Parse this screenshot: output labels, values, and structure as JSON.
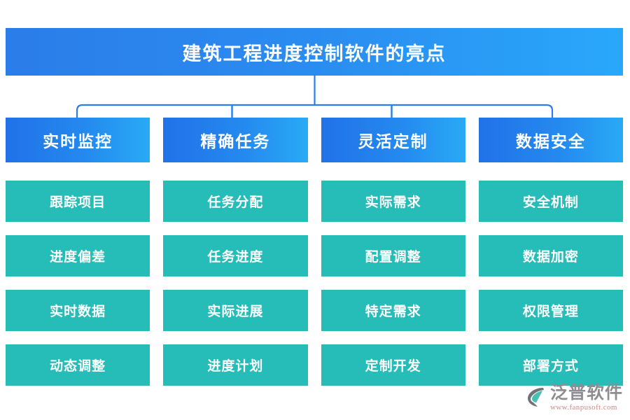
{
  "title": {
    "text": "建筑工程进度控制软件的亮点"
  },
  "colors": {
    "title_gradient_start": "#2b7de9",
    "title_gradient_end": "#29a8fb",
    "header_gradient_start": "#2172e8",
    "header_gradient_end": "#29aaf5",
    "cell_fill": "#26bcb7",
    "connector_line": "#2b7de9",
    "background": "#ffffff",
    "logo_text": "#8e8e92",
    "logo_url": "#c98a88",
    "logo_mark_arc": "#6f7378",
    "logo_mark_leaf": "#4cc0b0"
  },
  "connector": {
    "icon": "bracket-connector"
  },
  "columns": [
    {
      "header": "实时监控",
      "items": [
        "跟踪项目",
        "进度偏差",
        "实时数据",
        "动态调整"
      ]
    },
    {
      "header": "精确任务",
      "items": [
        "任务分配",
        "任务进度",
        "实际进展",
        "进度计划"
      ]
    },
    {
      "header": "灵活定制",
      "items": [
        "实际需求",
        "配置调整",
        "特定需求",
        "定制开发"
      ]
    },
    {
      "header": "数据安全",
      "items": [
        "安全机制",
        "数据加密",
        "权限管理",
        "部署方式"
      ]
    }
  ],
  "watermark": {
    "brand": "泛普软件",
    "url": "www.fanpusoft.com",
    "icon": "fanpu-logo-icon"
  }
}
